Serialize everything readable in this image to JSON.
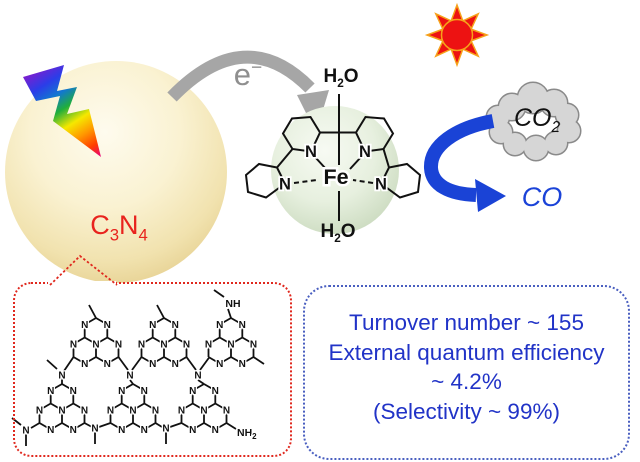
{
  "photocatalyst": {
    "formula": {
      "el1": "C",
      "sub1": "3",
      "el2": "N",
      "sub2": "4"
    },
    "label_color": "#e8231d",
    "sphere_color": "#f3e6ba"
  },
  "electron": {
    "base": "e",
    "sup": "−"
  },
  "transfer_arrow_color": "#a6a6a6",
  "sun": {
    "disc_color": "#ed1212",
    "ray_outline_color": "#f6a21a"
  },
  "co2_cloud": {
    "formula": {
      "pre": "CO",
      "sub": "2"
    },
    "fill": "#d6d6d6",
    "outline": "#8a8a8a"
  },
  "co_product": {
    "text": "CO",
    "color": "#1b43d8"
  },
  "conversion_arrow_color": "#1a43d6",
  "complex": {
    "metal": "Fe",
    "nitrogen": "N",
    "water": {
      "pre": "H",
      "sub": "2",
      "post": "O"
    },
    "sphere_color": "#dde9d2"
  },
  "cn_network": {
    "atom_n": "N",
    "amine": "NH",
    "amine2": {
      "pre": "NH",
      "sub": "2"
    },
    "box_border_color": "#e0281e"
  },
  "results_box": {
    "border_color": "#4a5fc0",
    "text_color": "#2133c7",
    "lines": [
      "Turnover number ~ 155",
      "External quantum efficiency",
      "~ 4.2%",
      "(Selectivity  ~ 99%)"
    ]
  }
}
